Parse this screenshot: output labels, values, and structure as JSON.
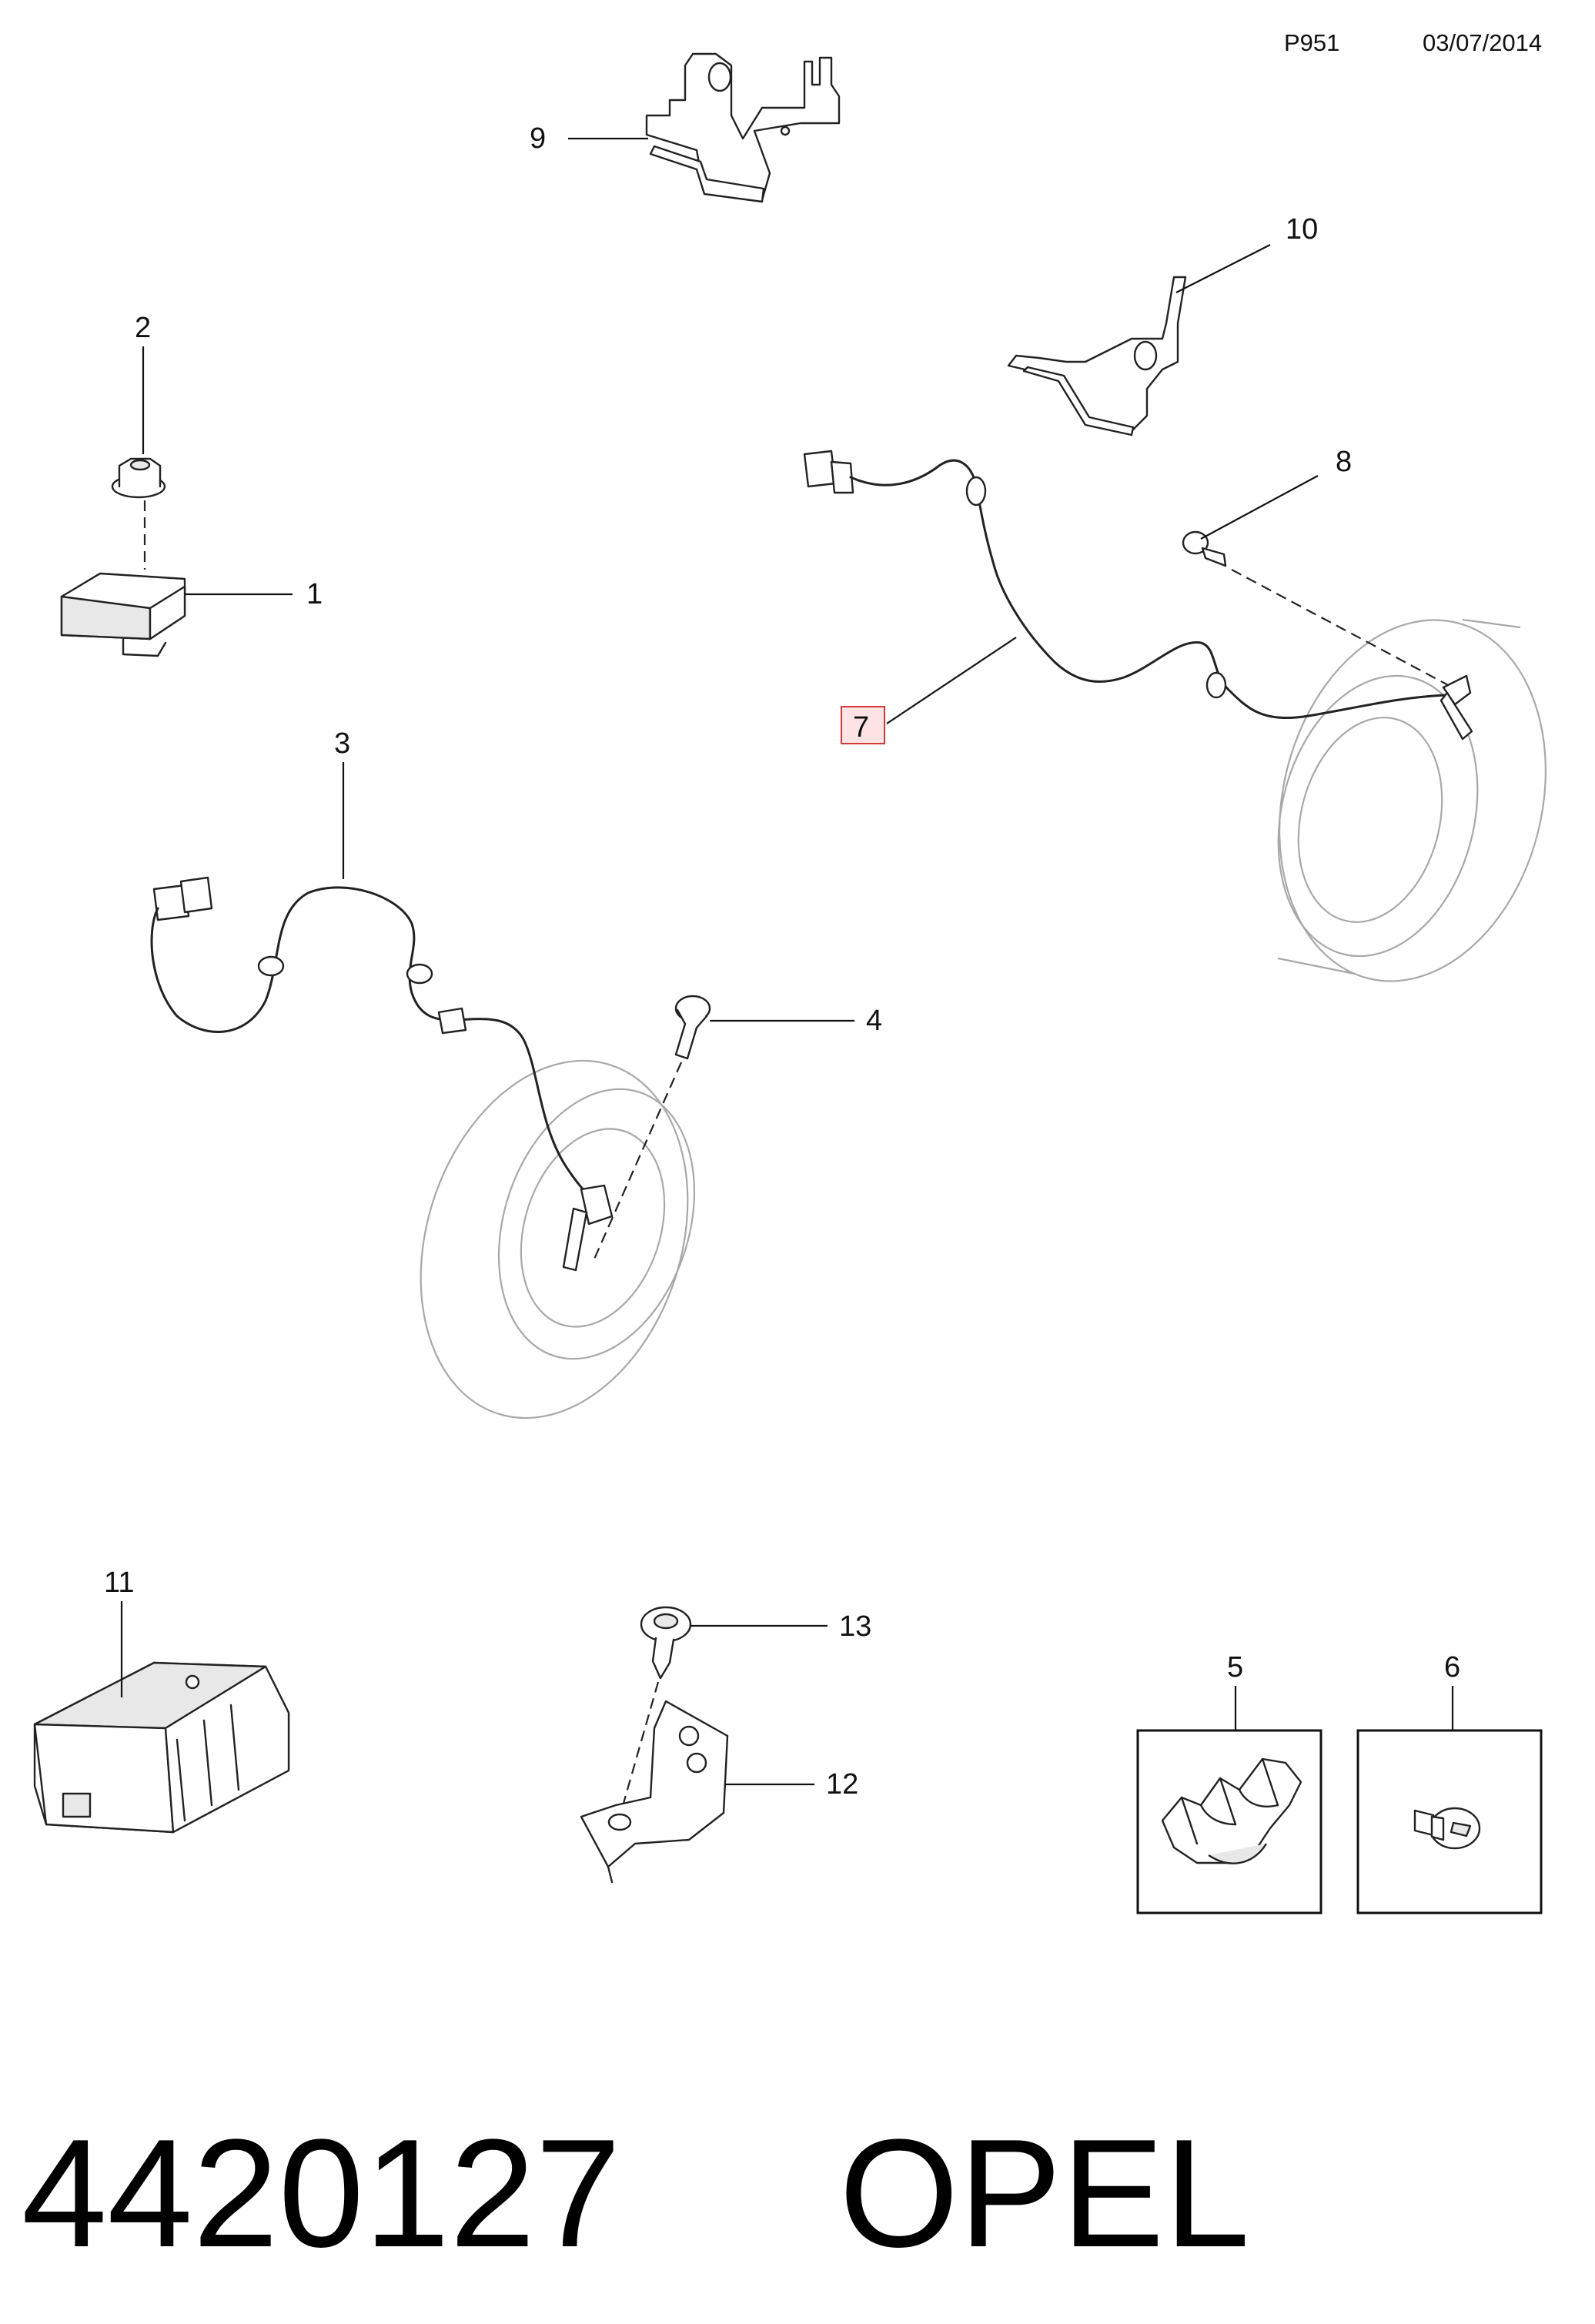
{
  "header": {
    "page_code": "P951",
    "date": "03/07/2014"
  },
  "callouts": {
    "c1": "1",
    "c2": "2",
    "c3": "3",
    "c4": "4",
    "c5": "5",
    "c6": "6",
    "c7": "7",
    "c8": "8",
    "c9": "9",
    "c10": "10",
    "c11": "11",
    "c12": "12",
    "c13": "13"
  },
  "highlighted_callout": "7",
  "footer": {
    "part_number": "4420127",
    "brand": "OPEL"
  },
  "parts": [
    {
      "callout": "1",
      "icon": "sensor-module-icon"
    },
    {
      "callout": "2",
      "icon": "flange-nut-icon"
    },
    {
      "callout": "3",
      "icon": "wheel-speed-sensor-cable-icon"
    },
    {
      "callout": "4",
      "icon": "bolt-icon"
    },
    {
      "callout": "5",
      "icon": "cable-clip-icon"
    },
    {
      "callout": "6",
      "icon": "push-clip-icon"
    },
    {
      "callout": "7",
      "icon": "wheel-speed-sensor-cable-icon"
    },
    {
      "callout": "8",
      "icon": "bolt-icon"
    },
    {
      "callout": "9",
      "icon": "bracket-icon"
    },
    {
      "callout": "10",
      "icon": "bracket-icon"
    },
    {
      "callout": "11",
      "icon": "control-module-icon"
    },
    {
      "callout": "12",
      "icon": "bracket-icon"
    },
    {
      "callout": "13",
      "icon": "screw-icon"
    }
  ],
  "colors": {
    "highlight_fill": "#fde3e3",
    "highlight_stroke": "#d23a3a",
    "line": "#222222",
    "tire_outline": "#a8a8a8"
  }
}
